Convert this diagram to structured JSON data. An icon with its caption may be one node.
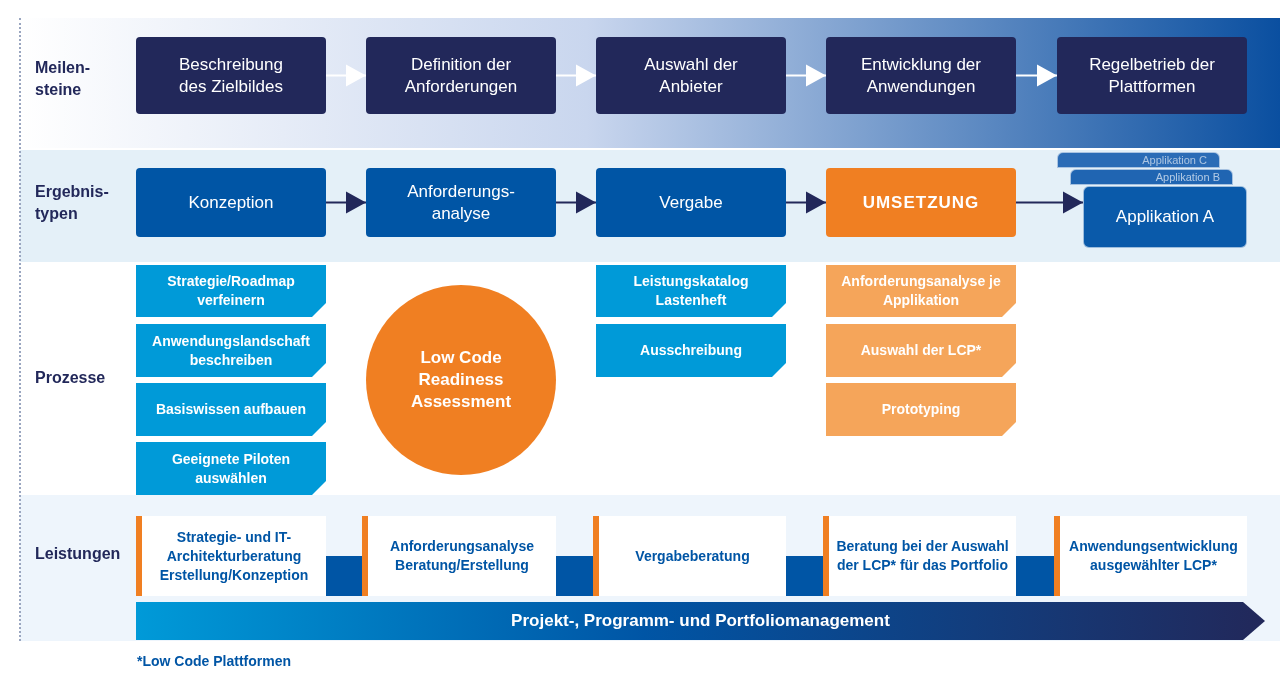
{
  "diagram": {
    "nodes": [
      {
        "text": [
          "Beschreibung des Zielbildes"
        ]
      },
      {
        "text": [
          "Definition der Anforderungen"
        ]
      },
      {
        "text": [
          "Auswahl der Anbieter"
        ]
      },
      {
        "text": [
          "Entwicklung der Anwendungen"
        ]
      },
      {
        "text": [
          "Regelbetrieb der Plattformen"
        ]
      },
      {
        "text": [
          "Konzeption"
        ]
      },
      {
        "text": [
          "Anforderungs- analyse"
        ]
      },
      {
        "text": [
          "Vergabe"
        ]
      },
      {
        "text": [
          "UMSETZUNG"
        ]
      },
      {
        "text": [
          "Applikation C"
        ]
      },
      {
        "text": [
          "Applikation B"
        ]
      },
      {
        "text": [
          "Applikation A"
        ]
      },
      {
        "text": [
          "Strategie/Roadmap verfeinern"
        ]
      },
      {
        "text": [
          "Anwendungslandschaft beschreiben"
        ]
      },
      {
        "text": [
          "Basiswissen aufbauen"
        ]
      },
      {
        "text": [
          "Geeignete Piloten auswählen"
        ]
      },
      {
        "text": [
          "Low Code Readiness Assessment"
        ]
      },
      {
        "text": [
          "Leistungskatalog Lastenheft"
        ]
      },
      {
        "text": [
          "Ausschreibung"
        ]
      },
      {
        "text": [
          "Anforderungsanalyse je Applikation"
        ]
      },
      {
        "text": [
          "Auswahl der LCP*"
        ]
      },
      {
        "text": [
          "Prototyping"
        ]
      },
      {
        "text": [
          "Strategie- und IT-Architekturberatung Erstellung/Konzeption"
        ]
      },
      {
        "text": [
          "Anforderungsanalyse Beratung/Erstellung"
        ]
      },
      {
        "text": [
          "Vergabeberatung"
        ]
      },
      {
        "text": [
          "Beratung bei der Auswahl der LCP* für das Portfolio"
        ]
      },
      {
        "text": [
          "Anwendungsentwicklung ausgewählter LCP*"
        ]
      },
      {
        "text": [
          "Projekt-, Programm- und Portfoliomanagement"
        ]
      }
    ],
    "edges": [
      {
        "from": 0,
        "to": 1,
        "arrow": "to",
        "color": "#ffffff"
      },
      {
        "from": 1,
        "to": 2,
        "arrow": "to",
        "color": "#ffffff"
      },
      {
        "from": 2,
        "to": 3,
        "arrow": "to",
        "color": "#ffffff"
      },
      {
        "from": 3,
        "to": 4,
        "arrow": "to",
        "color": "#ffffff"
      },
      {
        "from": 5,
        "to": 6,
        "arrow": "to",
        "color": "#22285a"
      },
      {
        "from": 6,
        "to": 7,
        "arrow": "to",
        "color": "#22285a"
      },
      {
        "from": 7,
        "to": 8,
        "arrow": "to",
        "color": "#22285a"
      },
      {
        "from": 8,
        "to": 11,
        "arrow": "to",
        "color": "#22285a"
      },
      {
        "from": 22,
        "to": 23,
        "arrow": "none",
        "style": "thick",
        "color": "#0055a5"
      },
      {
        "from": 23,
        "to": 24,
        "arrow": "none",
        "style": "thick",
        "color": "#0055a5"
      },
      {
        "from": 24,
        "to": 25,
        "arrow": "none",
        "style": "thick",
        "color": "#0055a5"
      },
      {
        "from": 25,
        "to": 26,
        "arrow": "none",
        "style": "thick",
        "color": "#0055a5"
      }
    ],
    "labels": [
      "Meilen- steine",
      "Ergebnis- typen",
      "Prozesse",
      "Leistungen",
      "*Low Code Plattformen"
    ]
  }
}
